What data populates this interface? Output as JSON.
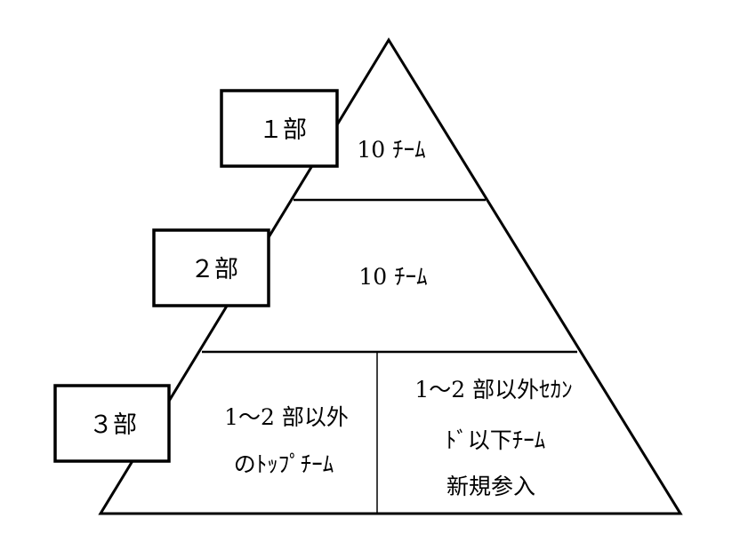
{
  "diagram": {
    "levels": [
      {
        "label": "１部",
        "cells": [
          {
            "lines": [
              "10 ﾁｰﾑ"
            ]
          }
        ]
      },
      {
        "label": "２部",
        "cells": [
          {
            "lines": [
              "10 ﾁｰﾑ"
            ]
          }
        ]
      },
      {
        "label": "３部",
        "cells": [
          {
            "lines": [
              "1〜2 部以外",
              "のﾄｯﾌﾟﾁｰﾑ"
            ]
          },
          {
            "lines": [
              "1〜2 部以外ｾｶﾝ",
              "ﾄﾞ以下ﾁｰﾑ",
              "新規参入"
            ]
          }
        ]
      }
    ]
  }
}
